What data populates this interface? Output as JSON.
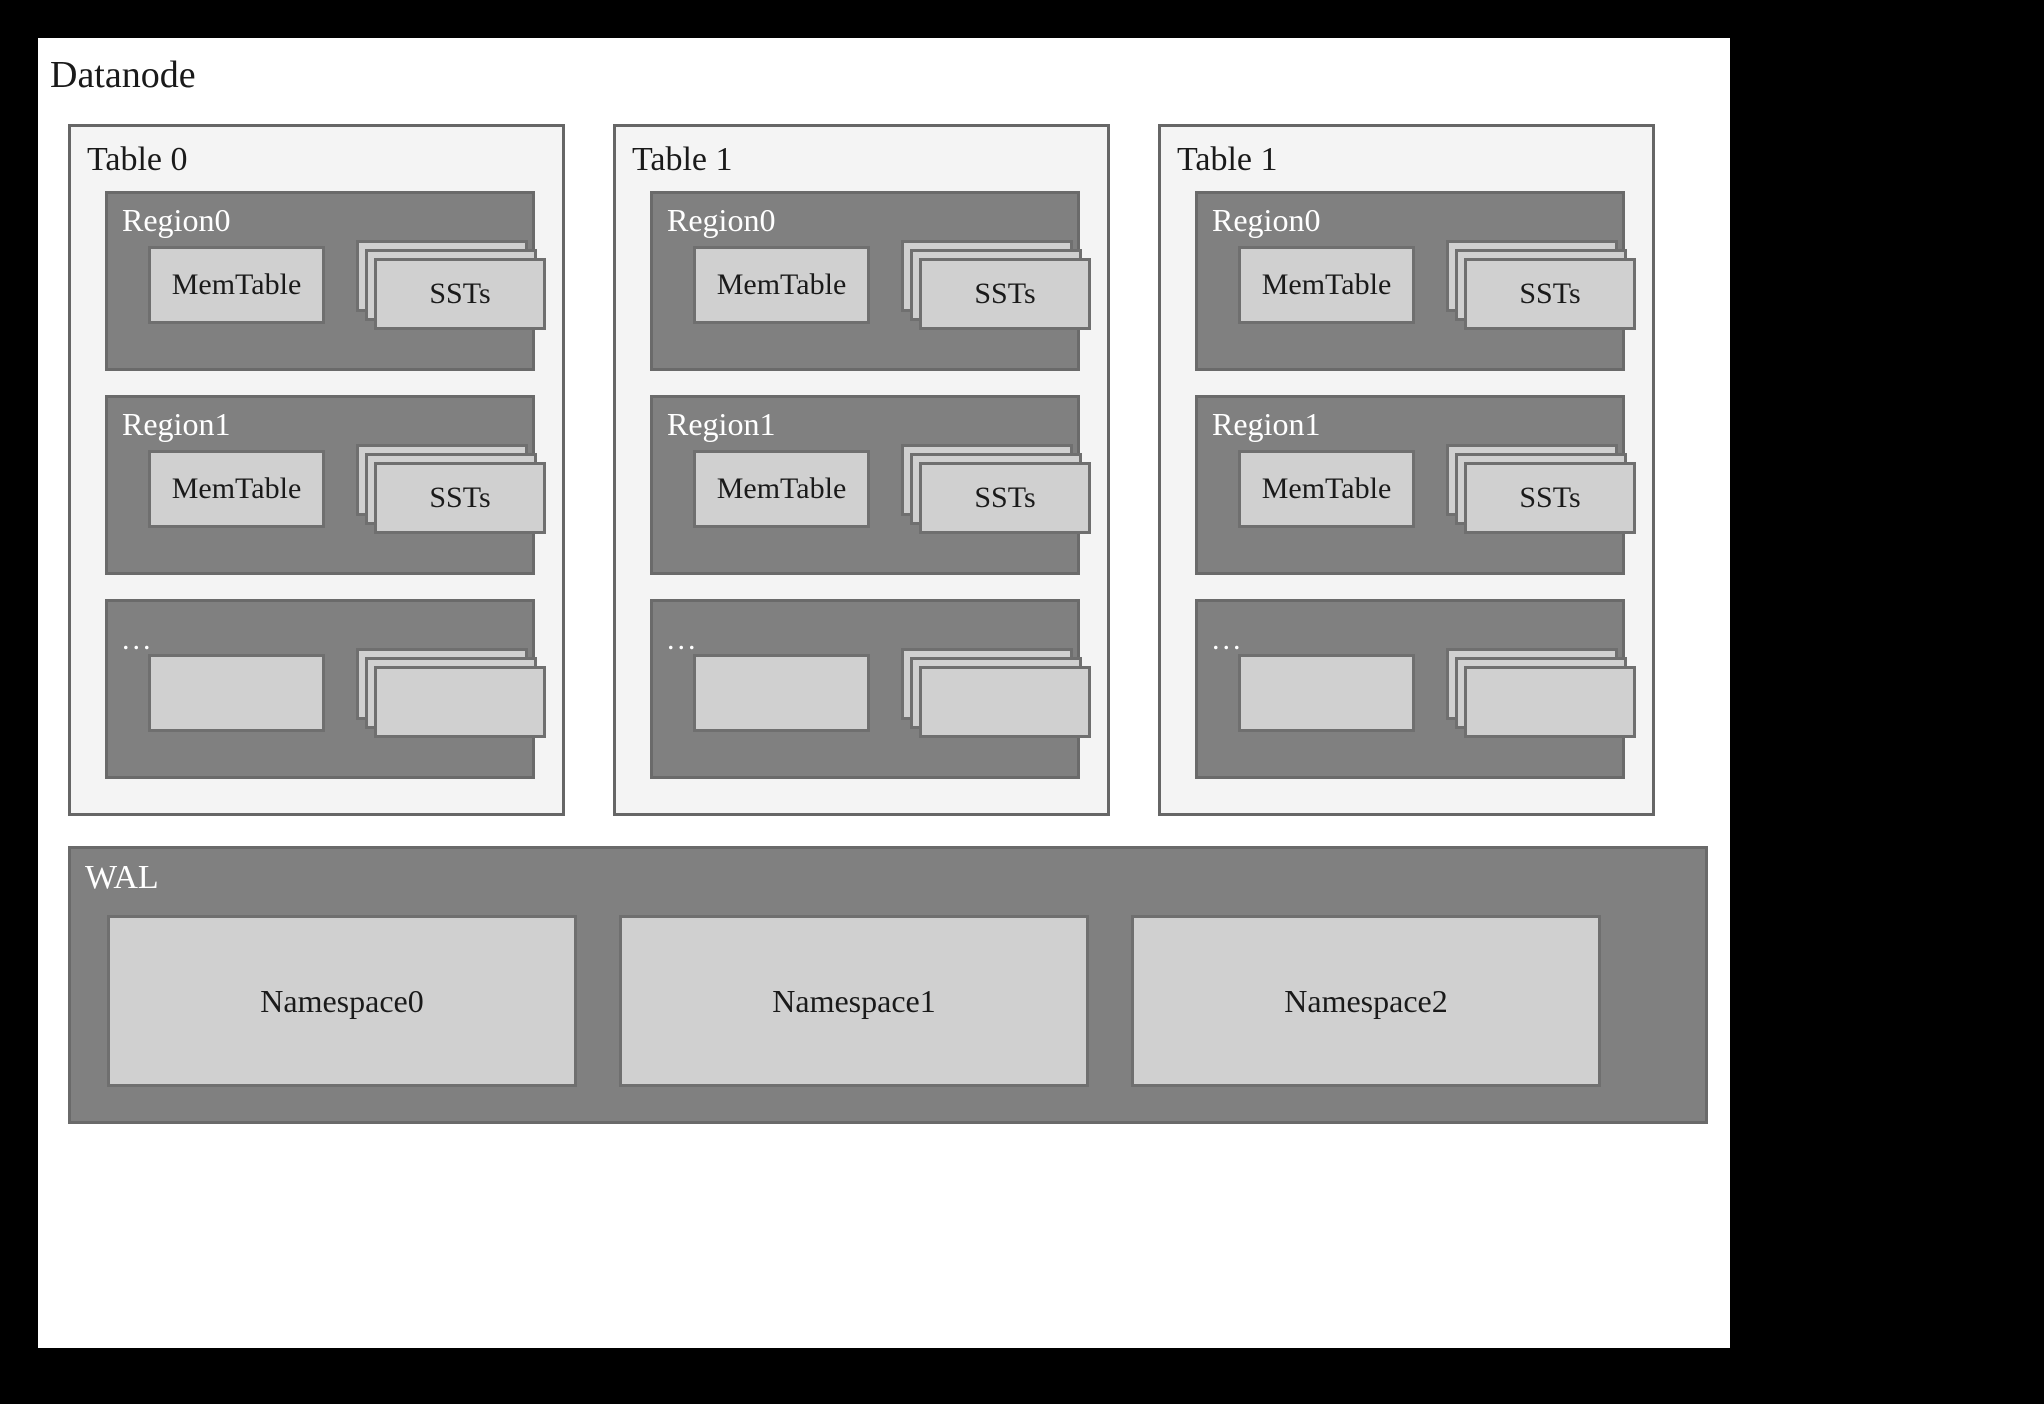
{
  "diagram": {
    "title": "Datanode",
    "colors": {
      "outer_frame": "#000000",
      "canvas": "#ffffff",
      "table_panel_fill": "#f4f4f4",
      "table_panel_border": "#666666",
      "region_fill": "#808080",
      "region_border": "#6a6a6a",
      "leaf_box_fill": "#d0d0d0",
      "leaf_box_border": "#6f6f6f",
      "dark_text": "#1a1a1a",
      "light_text": "#ffffff"
    }
  },
  "tables": [
    {
      "label": "Table 0",
      "regions": [
        {
          "label": "Region0",
          "memtable_label": "MemTable",
          "sst_label": "SSTs"
        },
        {
          "label": "Region1",
          "memtable_label": "MemTable",
          "sst_label": "SSTs"
        },
        {
          "label": "...",
          "memtable_label": "",
          "sst_label": ""
        }
      ]
    },
    {
      "label": "Table 1",
      "regions": [
        {
          "label": "Region0",
          "memtable_label": "MemTable",
          "sst_label": "SSTs"
        },
        {
          "label": "Region1",
          "memtable_label": "MemTable",
          "sst_label": "SSTs"
        },
        {
          "label": "...",
          "memtable_label": "",
          "sst_label": ""
        }
      ]
    },
    {
      "label": "Table 1",
      "regions": [
        {
          "label": "Region0",
          "memtable_label": "MemTable",
          "sst_label": "SSTs"
        },
        {
          "label": "Region1",
          "memtable_label": "MemTable",
          "sst_label": "SSTs"
        },
        {
          "label": "...",
          "memtable_label": "",
          "sst_label": ""
        }
      ]
    }
  ],
  "wal": {
    "label": "WAL",
    "namespaces": [
      {
        "label": "Namespace0"
      },
      {
        "label": "Namespace1"
      },
      {
        "label": "Namespace2"
      }
    ]
  }
}
